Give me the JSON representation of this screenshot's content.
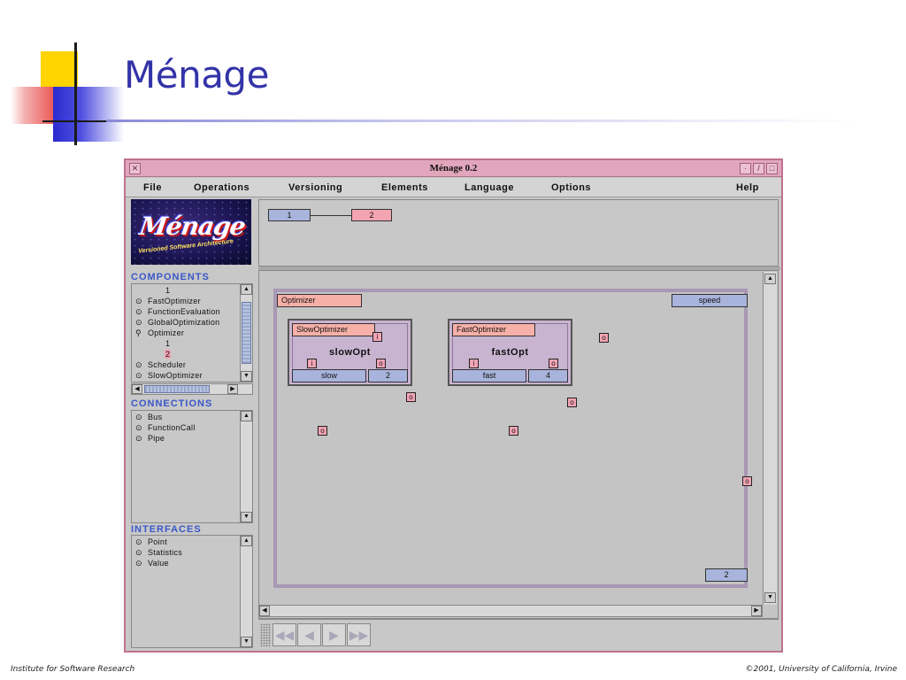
{
  "slide": {
    "title": "Ménage",
    "footer_left": "Institute for Software Research",
    "footer_right": "©2001, University of California, Irvine"
  },
  "window": {
    "title": "Ménage 0.2",
    "menu": [
      "File",
      "Operations",
      "Versioning",
      "Elements",
      "Language",
      "Options",
      "Help"
    ]
  },
  "logo": {
    "text": "Ménage",
    "subtitle": "Versioned Software Architecture"
  },
  "components": {
    "header": "COMPONENTS",
    "items": [
      {
        "label": "1",
        "type": "version"
      },
      {
        "label": "FastOptimizer",
        "type": "item"
      },
      {
        "label": "FunctionEvaluation",
        "type": "item"
      },
      {
        "label": "GlobalOptimization",
        "type": "item"
      },
      {
        "label": "Optimizer",
        "type": "expanded"
      },
      {
        "label": "1",
        "type": "version"
      },
      {
        "label": "2",
        "type": "version-selected"
      },
      {
        "label": "Scheduler",
        "type": "item"
      },
      {
        "label": "SlowOptimizer",
        "type": "item"
      }
    ]
  },
  "connections": {
    "header": "CONNECTIONS",
    "items": [
      "Bus",
      "FunctionCall",
      "Pipe"
    ]
  },
  "interfaces": {
    "header": "INTERFACES",
    "items": [
      "Point",
      "Statistics",
      "Value"
    ]
  },
  "version_graph": {
    "nodes": [
      "1",
      "2"
    ]
  },
  "diagram": {
    "outer": {
      "name_label": "Optimizer",
      "interface_label": "speed",
      "version_label": "2",
      "ports": [
        "i",
        "o",
        "o",
        "o"
      ]
    },
    "components": [
      {
        "type_label": "SlowOptimizer",
        "name": "slowOpt",
        "interface": "slow",
        "version": "2",
        "ports": [
          "i",
          "o",
          "o",
          "o"
        ]
      },
      {
        "type_label": "FastOptimizer",
        "name": "fastOpt",
        "interface": "fast",
        "version": "4",
        "ports": [
          "i",
          "o",
          "o",
          "o"
        ]
      }
    ]
  },
  "icons": {
    "close": "close-icon",
    "scroll_up": "arrow-up-icon",
    "scroll_down": "arrow-down-icon",
    "scroll_left": "arrow-left-icon",
    "scroll_right": "arrow-right-icon",
    "nav": [
      "rewind-icon",
      "back-icon",
      "forward-icon",
      "fast-forward-icon"
    ]
  },
  "colors": {
    "titlebar": "#e2a6bc",
    "accent_blue": "#3a58c8",
    "port_pink": "#f4a4b4",
    "version_blue": "#a8b4dc",
    "component_purple": "#c8b4d0",
    "slide_title": "#3333a8"
  }
}
